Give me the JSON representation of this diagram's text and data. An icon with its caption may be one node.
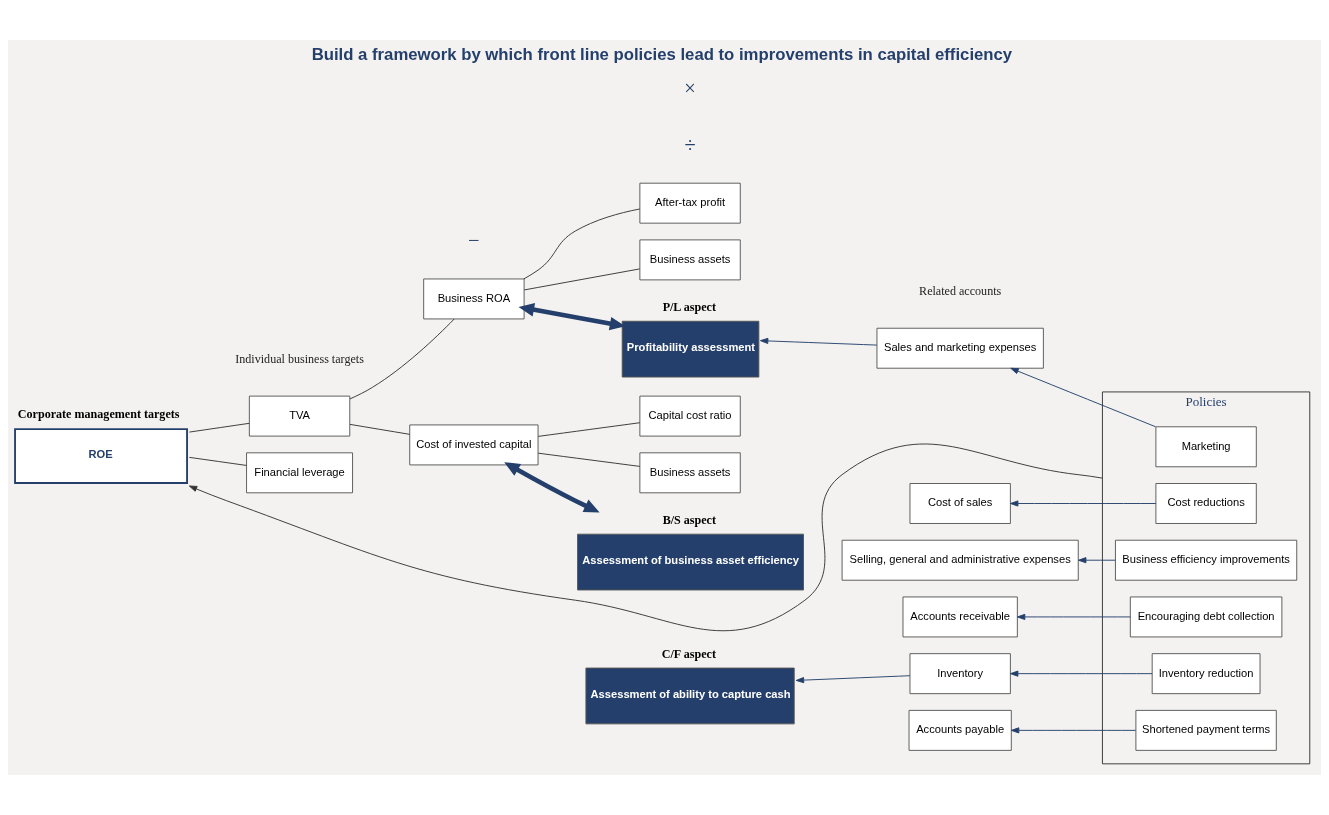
{
  "diagram": {
    "title": "Build a framework by which front line policies lead to improvements in capital efficiency",
    "nodes": [
      {
        "text": [
          "ROE"
        ],
        "beside": [
          "Corporate management targets"
        ]
      },
      {
        "text": [
          "TVA"
        ]
      },
      {
        "text": [
          "Financial leverage"
        ]
      },
      {
        "text": [
          "Business ROA"
        ]
      },
      {
        "text": [
          "Cost of invested capital"
        ]
      },
      {
        "text": [
          "After-tax profit"
        ]
      },
      {
        "text": [
          "Business assets"
        ]
      },
      {
        "text": [
          "Capital cost ratio"
        ]
      },
      {
        "text": [
          "Business assets"
        ]
      },
      {
        "text": [
          "Profitability assessment"
        ],
        "beside": [
          "P/L aspect"
        ]
      },
      {
        "text": [
          "Assessment of business asset efficiency"
        ],
        "beside": [
          "B/S aspect"
        ]
      },
      {
        "text": [
          "Assessment of ability to capture cash"
        ],
        "beside": [
          "C/F aspect"
        ]
      },
      {
        "text": [
          "Cost of sales"
        ]
      },
      {
        "text": [
          "Sales and marketing expenses"
        ]
      },
      {
        "text": [
          "Selling, general and administrative expenses"
        ]
      },
      {
        "text": [
          "Accounts receivable"
        ]
      },
      {
        "text": [
          "Inventory"
        ]
      },
      {
        "text": [
          "Accounts payable"
        ]
      },
      {
        "text": [
          "Policies"
        ]
      },
      {
        "text": [
          "Cost reductions"
        ],
        "in": 18
      },
      {
        "text": [
          "Marketing"
        ],
        "in": 18
      },
      {
        "text": [
          "Business efficiency improvements"
        ],
        "in": 18
      },
      {
        "text": [
          "Encouraging debt collection"
        ],
        "in": 18
      },
      {
        "text": [
          "Inventory reduction"
        ],
        "in": 18
      },
      {
        "text": [
          "Shortened payment terms"
        ],
        "in": 18
      }
    ],
    "edges": [
      {
        "from": 0,
        "to": 1,
        "arrow": "none"
      },
      {
        "from": 0,
        "to": 2,
        "arrow": "none"
      },
      {
        "from": 1,
        "to": 3,
        "arrow": "none"
      },
      {
        "from": 1,
        "to": 4,
        "arrow": "none"
      },
      {
        "from": 3,
        "to": 5,
        "arrow": "none"
      },
      {
        "from": 3,
        "to": 6,
        "arrow": "none"
      },
      {
        "from": 4,
        "to": 7,
        "arrow": "none"
      },
      {
        "from": 4,
        "to": 8,
        "arrow": "none"
      },
      {
        "from": 3,
        "to": 9,
        "arrow": "both",
        "style": "thick",
        "color": "#243f6b"
      },
      {
        "from": 4,
        "to": 10,
        "arrow": "both",
        "style": "thick",
        "color": "#243f6b"
      },
      {
        "from": 13,
        "to": 9,
        "arrow": "to",
        "color": "#243f6b"
      },
      {
        "from": 16,
        "to": 11,
        "arrow": "to",
        "color": "#243f6b"
      },
      {
        "from": 19,
        "to": 12,
        "arrow": "to",
        "color": "#243f6b"
      },
      {
        "from": 20,
        "to": 13,
        "arrow": "to",
        "color": "#243f6b"
      },
      {
        "from": 21,
        "to": 14,
        "arrow": "to",
        "color": "#243f6b"
      },
      {
        "from": 22,
        "to": 15,
        "arrow": "to",
        "color": "#243f6b"
      },
      {
        "from": 23,
        "to": 16,
        "arrow": "to",
        "color": "#243f6b"
      },
      {
        "from": 24,
        "to": 17,
        "arrow": "to",
        "color": "#243f6b"
      },
      {
        "from": 18,
        "to": 0,
        "arrow": "to"
      }
    ],
    "labels": [
      "Related accounts",
      "Individual business targets",
      "÷",
      "−",
      "×"
    ]
  }
}
